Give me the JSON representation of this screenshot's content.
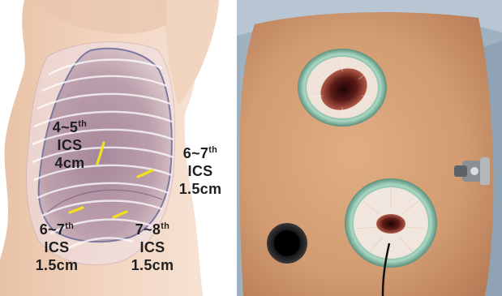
{
  "labels": {
    "a": {
      "position": "4~5",
      "ordinal": "th",
      "space": "ICS",
      "length": "4cm"
    },
    "b": {
      "position": "6~7",
      "ordinal": "th",
      "space": "ICS",
      "length": "1.5cm"
    },
    "c": {
      "position": "6~7",
      "ordinal": "th",
      "space": "ICS",
      "length": "1.5cm"
    },
    "d": {
      "position": "7~8",
      "ordinal": "th",
      "space": "ICS",
      "length": "1.5cm"
    }
  },
  "colors": {
    "incision_marker": "#f2e21c",
    "skin": "#d7a27c",
    "drape": "#9fb2c2",
    "wound_protector_ring": "#8fbfa8",
    "lung_outline": "#6f6f9a"
  }
}
